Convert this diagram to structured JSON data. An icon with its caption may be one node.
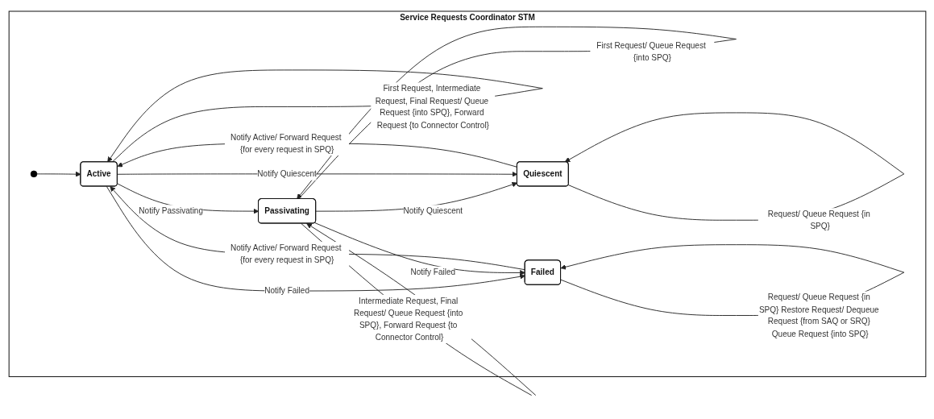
{
  "diagram": {
    "nodes": [
      {
        "text": [
          "Service Requests Coordinator STM"
        ]
      },
      {
        "text": [],
        "shape": "circle",
        "in": 0
      },
      {
        "text": [
          "Active"
        ],
        "in": 0
      },
      {
        "text": [
          "Passivating"
        ],
        "in": 0
      },
      {
        "text": [
          "Quiescent"
        ],
        "in": 0
      },
      {
        "text": [
          "Failed"
        ],
        "in": 0
      }
    ],
    "edges": [
      {
        "from": 1,
        "to": 2,
        "arrow": "to"
      },
      {
        "from": 2,
        "to": 2,
        "arrow": "to",
        "label": "First Request, Intermediate Request, Final Request/ Queue Request {into SPQ}, Forward Request {to Connector Control}"
      },
      {
        "from": 2,
        "to": 3,
        "arrow": "to",
        "label": "Notify Passivating"
      },
      {
        "from": 3,
        "to": 3,
        "arrow": "to",
        "label": "First Request/ Queue Request {into SPQ}"
      },
      {
        "from": 3,
        "to": 3,
        "arrow": "to",
        "label": "Intermediate Request, Final Request/ Queue Request {into SPQ}, Forward Request {to Connector Control}"
      },
      {
        "from": 3,
        "to": 4,
        "arrow": "to",
        "label": "Notify Quiescent"
      },
      {
        "from": 4,
        "to": 2,
        "arrow": "to",
        "label": "Notify Active/ Forward Request {for every request in SPQ}"
      },
      {
        "from": 4,
        "to": 4,
        "arrow": "to",
        "label": "Request/ Queue Request {in SPQ}"
      },
      {
        "from": 2,
        "to": 5,
        "arrow": "to",
        "label": "Notify Failed"
      },
      {
        "from": 2,
        "to": 4,
        "arrow": "to",
        "label": "Notify Quiescent"
      },
      {
        "from": 3,
        "to": 5,
        "arrow": "to",
        "label": "Notify Failed"
      },
      {
        "from": 5,
        "to": 2,
        "arrow": "to",
        "label": "Notify Active/ Forward Request {for every request in SPQ}"
      },
      {
        "from": 5,
        "to": 5,
        "arrow": "to",
        "label": "Request/ Queue Request {in SPQ} Restore Request/ Dequeue Request {from SAQ or SRQ} Queue Request {into SPQ}"
      }
    ]
  }
}
